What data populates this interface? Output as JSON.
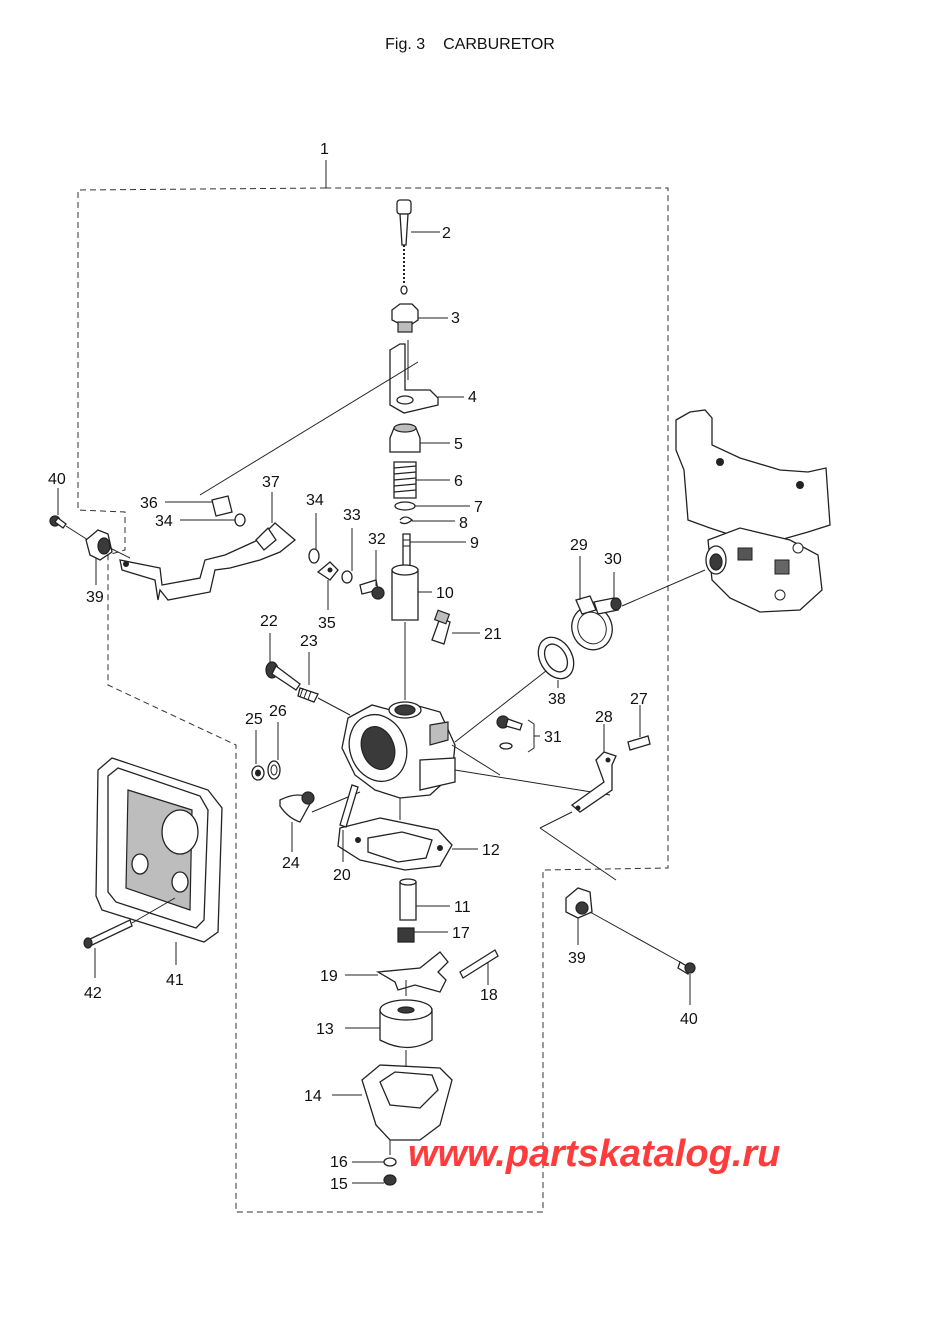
{
  "title": {
    "fig": "Fig. 3",
    "name": "CARBURETOR"
  },
  "watermark": {
    "text": "www.partskatalog.ru",
    "color": "#ff3b3b"
  },
  "callouts": [
    "1",
    "2",
    "3",
    "4",
    "5",
    "6",
    "7",
    "8",
    "9",
    "10",
    "11",
    "12",
    "13",
    "14",
    "15",
    "16",
    "17",
    "18",
    "19",
    "20",
    "21",
    "22",
    "23",
    "24",
    "25",
    "26",
    "27",
    "28",
    "29",
    "30",
    "31",
    "32",
    "33",
    "34",
    "34",
    "35",
    "36",
    "37",
    "38",
    "39",
    "39",
    "40",
    "40",
    "41",
    "42"
  ]
}
